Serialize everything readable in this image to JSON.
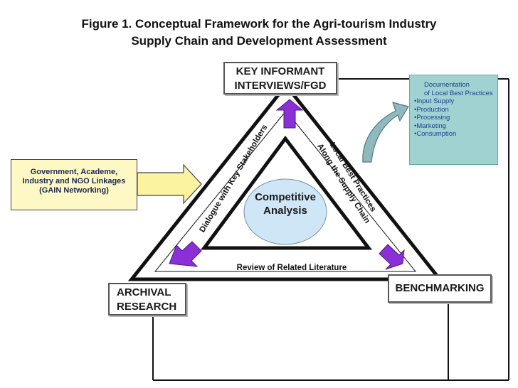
{
  "title": {
    "line1": "Figure 1.  Conceptual Framework for the Agri-tourism Industry",
    "line2": "Supply Chain and Development Assessment"
  },
  "nodes": {
    "key_informant": {
      "line1": "KEY INFORMANT",
      "line2": "INTERVIEWS/FGD"
    },
    "archival": {
      "line1": "ARCHIVAL",
      "line2": "RESEARCH"
    },
    "benchmarking": "BENCHMARKING",
    "government": {
      "line1": "Government, Academe,",
      "line2": "Industry and NGO Linkages",
      "line3": "(GAIN Networking)"
    },
    "center": {
      "line1": "Competitive",
      "line2": "Analysis"
    }
  },
  "documentation": {
    "title_line1": "Documentation",
    "title_line2": "of Local Best Practices",
    "items": [
      "Input Supply",
      "Production",
      "Processing",
      "Marketing",
      "Consumption"
    ]
  },
  "edge_labels": {
    "left": "Dialogue with Key Stakeholders",
    "right_line1": "Local  Best Practices",
    "right_line2": "Along the Supply Chain",
    "bottom": "Review of Related Literature"
  },
  "colors": {
    "arrow_purple": "#8b2fd6",
    "gov_fill": "#fdf8c4",
    "gov_arrow_fill": "#fbf3a0",
    "doc_fill": "#9fd2d1",
    "doc_text": "#1f3f8f",
    "circle_fill": "#cfe6f6"
  }
}
